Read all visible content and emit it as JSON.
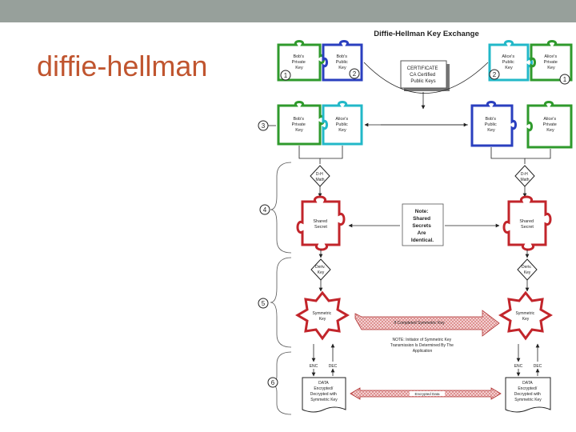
{
  "slide": {
    "title": "diffie-hellman"
  },
  "diagram": {
    "title": "Diffie-Hellman Key Exchange",
    "certificate_note": [
      "CERTIFICATE",
      "CA Certified",
      "Public Keys"
    ],
    "shared_note": [
      "Note:",
      "Shared",
      "Secrets",
      "Are",
      "Identical."
    ],
    "bob": {
      "private_key": [
        "Bob's",
        "Private",
        "Key"
      ],
      "public_key": [
        "Bob's",
        "Public",
        "Key"
      ],
      "row3_private": [
        "Bob's",
        "Private",
        "Key"
      ],
      "row3_public": [
        "Alice's",
        "Public",
        "Key"
      ],
      "dh_math": [
        "D-H",
        "Math"
      ],
      "shared_secret": [
        "Shared",
        "Secret"
      ],
      "derive_key": [
        "Deriv.",
        "Key"
      ],
      "symmetric_key": [
        "Symmetric",
        "Key"
      ],
      "enc": "ENC",
      "dec": "DEC",
      "data": [
        "DATA",
        "Encrypted/",
        "Decrypted with",
        "Symmetric Key"
      ]
    },
    "alice": {
      "public_key": [
        "Alice's",
        "Public",
        "Key"
      ],
      "private_key": [
        "Alice's",
        "Private",
        "Key"
      ],
      "row3_public": [
        "Bob's",
        "Public",
        "Key"
      ],
      "row3_private": [
        "Alice's",
        "Private",
        "Key"
      ],
      "dh_math": [
        "D-H",
        "Math"
      ],
      "shared_secret": [
        "Shared",
        "Secret"
      ],
      "derive_key": [
        "Deriv.",
        "Key"
      ],
      "symmetric_key": [
        "Symmetric",
        "Key"
      ],
      "enc": "ENC",
      "dec": "DEC",
      "data": [
        "DATA",
        "Encrypted/",
        "Decrypted with",
        "Symmetric Key"
      ]
    },
    "numbers": {
      "n1": "1",
      "n2": "2",
      "n3": "3",
      "n4": "4",
      "n5": "5",
      "n6": "6"
    },
    "transfer_arrow_label": "If Completed Symmetric Key",
    "note_line": [
      "NOTE: Initiator of Symmetric Key",
      "Transmission Is Determined By The",
      "Application"
    ],
    "encrypted_data_label": "Encrypted Data",
    "colors": {
      "green": "#2f9a2c",
      "blue": "#2a3fbf",
      "cyan": "#22b8c8",
      "red": "#c2252b",
      "title": "#c0552f",
      "topbar": "#97a09b"
    }
  }
}
